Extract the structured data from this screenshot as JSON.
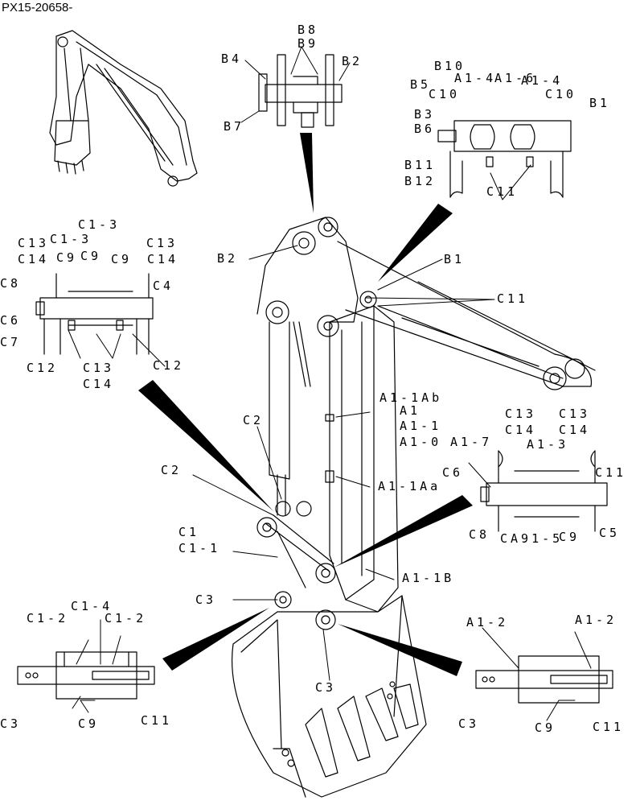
{
  "doc_id": "PX15-20658-",
  "colors": {
    "ink": "#000000",
    "paper": "#ffffff"
  },
  "callouts": {
    "B8": "B8",
    "B9": "B9",
    "B4": "B4",
    "B2": "B2",
    "B7": "B7",
    "B10": "B10",
    "A1_4": "A1-4",
    "A1_6": "A1-6",
    "B5": "B5",
    "C10": "C10",
    "B1": "B1",
    "B3": "B3",
    "B6": "B6",
    "B11": "B11",
    "B12": "B12",
    "C11": "C11",
    "C1_3": "C1-3",
    "C13": "C13",
    "C14": "C14",
    "C9": "C9",
    "C8": "C8",
    "C4": "C4",
    "C6": "C6",
    "C7": "C7",
    "C12": "C12",
    "A1_1Ab": "A1-1Ab",
    "A1": "A1",
    "A1_1": "A1-1",
    "A1_0": "A1-0",
    "A1_7": "A1-7",
    "A1_1Aa": "A1-1Aa",
    "A1_3": "A1-3",
    "C5": "C5",
    "CA91_5": "CA91-5",
    "C2": "C2",
    "C1": "C1",
    "C1_1": "C1-1",
    "A1_1B": "A1-1B",
    "C3": "C3",
    "C1_4": "C1-4",
    "C1_2": "C1-2",
    "A1_2": "A1-2"
  }
}
